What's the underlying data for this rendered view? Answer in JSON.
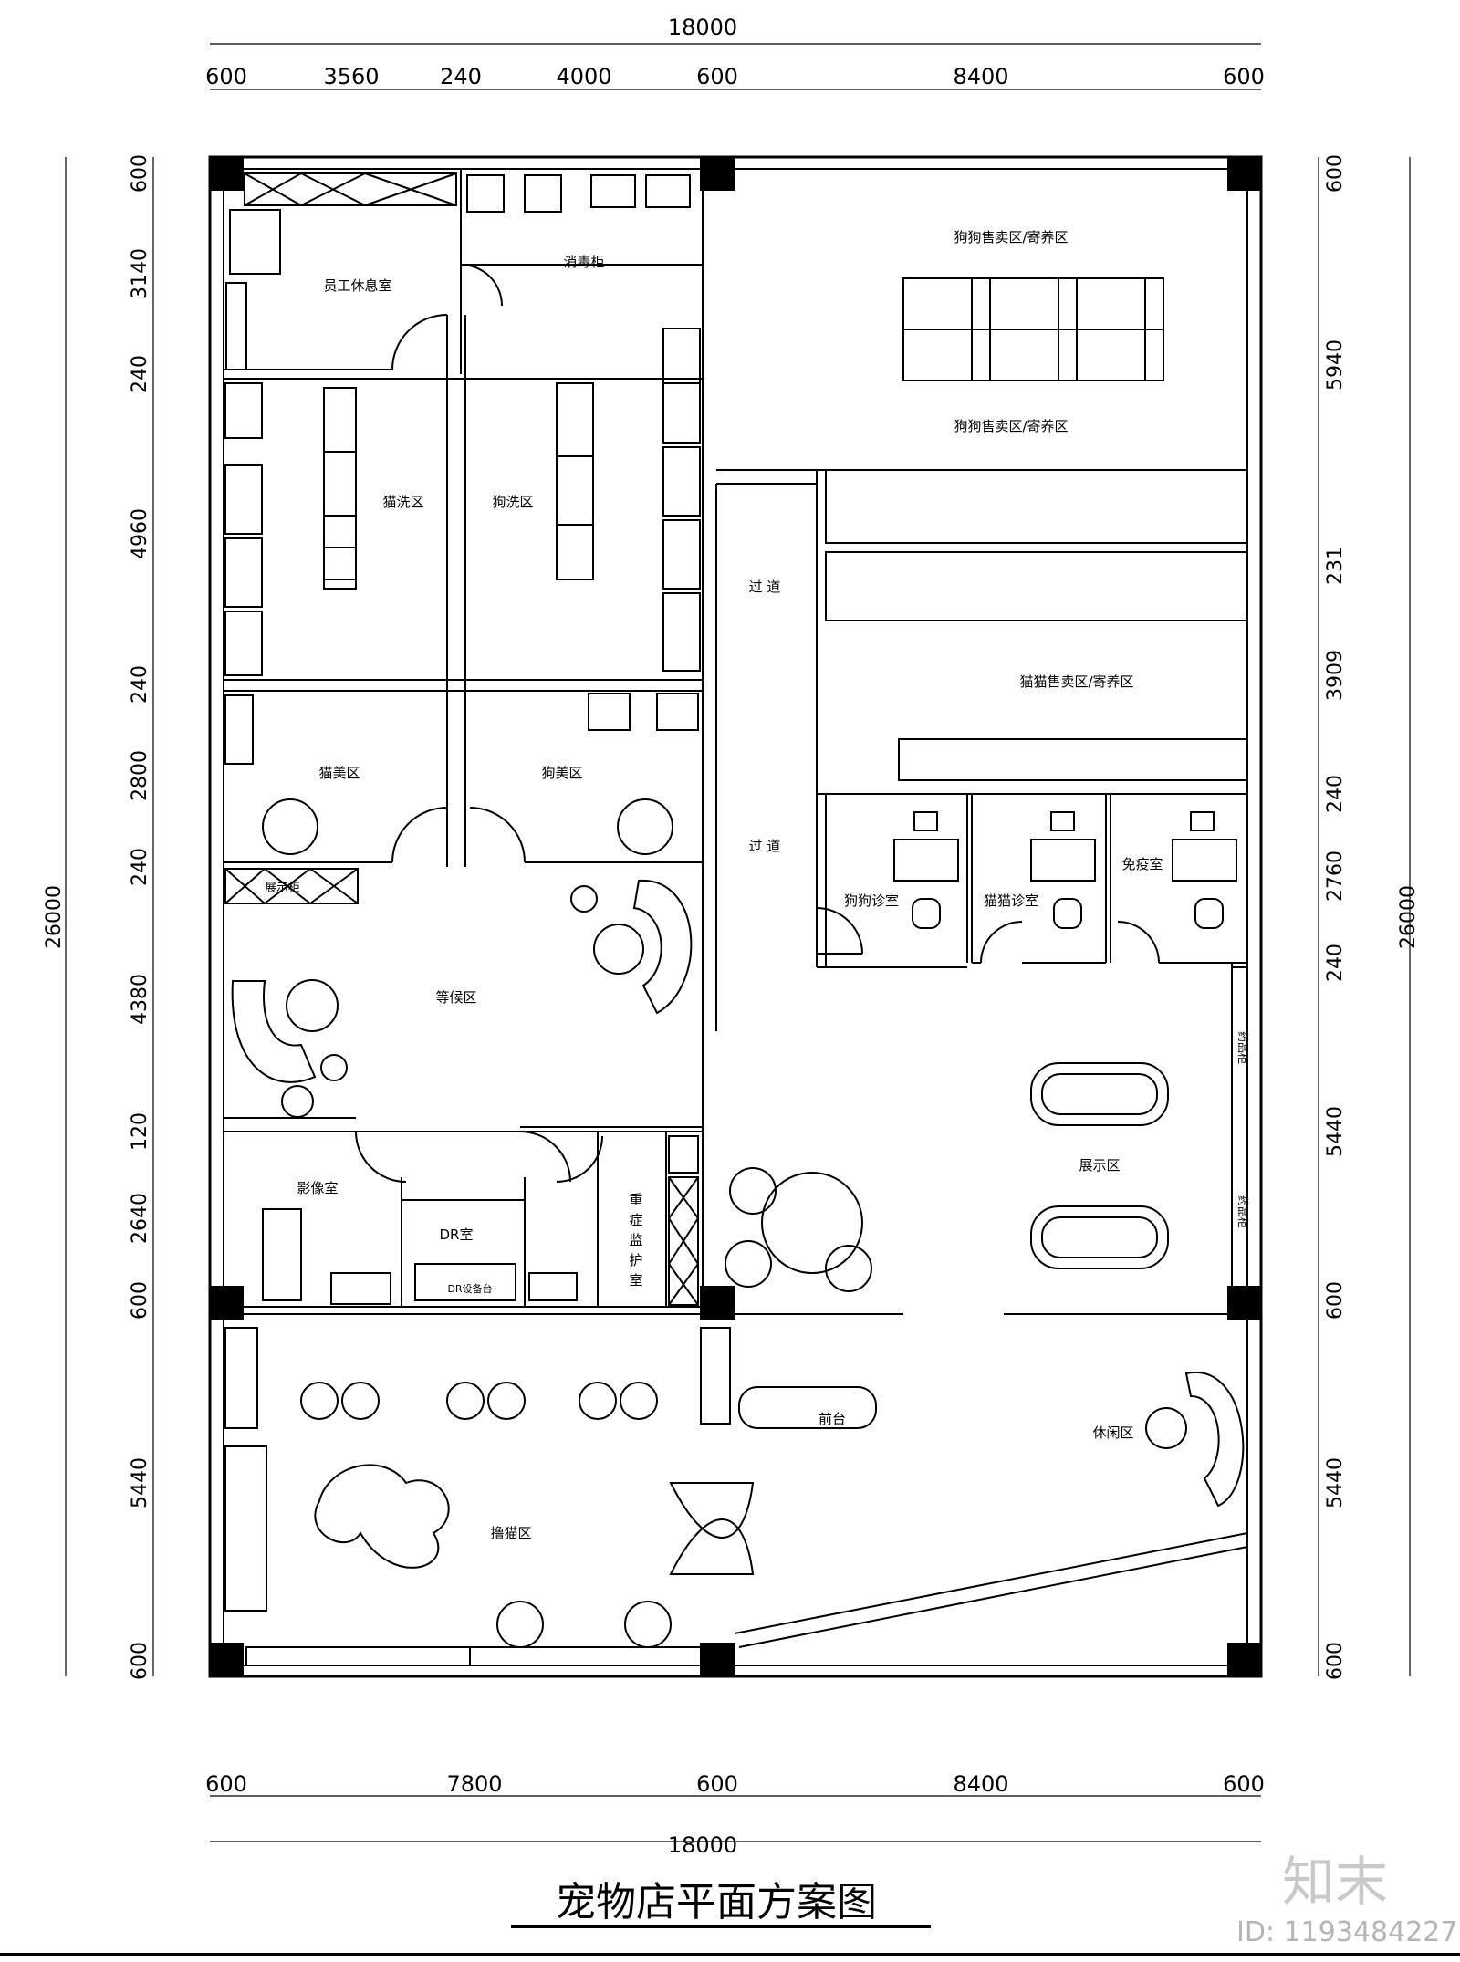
{
  "title": "宠物店平面方案图",
  "logo_text": "知末",
  "id_text": "ID: 1193484227",
  "dimensions": {
    "top_total": "18000",
    "top": [
      "600",
      "3560",
      "240",
      "4000",
      "600",
      "8400",
      "600"
    ],
    "bottom": [
      "600",
      "7800",
      "600",
      "8400",
      "600"
    ],
    "bottom_total": "18000",
    "left_total": "26000",
    "left": [
      "600",
      "3140",
      "240",
      "4960",
      "240",
      "2800",
      "240",
      "4380",
      "120",
      "2640",
      "600",
      "5440",
      "600"
    ],
    "right_total": "26000",
    "right": [
      "600",
      "5940",
      "231",
      "3909",
      "240",
      "2760",
      "240",
      "5440",
      "600",
      "5440",
      "600"
    ]
  },
  "rooms": {
    "staff_rest": "员工休息室",
    "disinfect": "消毒柜",
    "cat_wash": "猫洗区",
    "dog_wash": "狗洗区",
    "cat_beauty": "猫美区",
    "dog_beauty": "狗美区",
    "waiting": "等候区",
    "imaging": "影像室",
    "dr_room": "DR室",
    "dr_equipment": "DR设备台",
    "icu_1": "重",
    "icu_2": "症",
    "icu_3": "监",
    "icu_4": "护",
    "icu_5": "室",
    "dog_sale_1": "狗狗售卖区/寄养区",
    "dog_sale_2": "狗狗售卖区/寄养区",
    "cat_sale": "猫猫售卖区/寄养区",
    "corridor_1": "过 道",
    "corridor_2": "过 道",
    "dog_clinic": "狗狗诊室",
    "cat_clinic": "猫猫诊室",
    "vaccine": "免疫室",
    "display": "展示区",
    "front_desk": "前台",
    "lounge": "休闲区",
    "cat_pet": "撸猫区",
    "display_cabinet": "展示柜",
    "medicine_1": "药品柜",
    "medicine_2": "药品柜"
  }
}
